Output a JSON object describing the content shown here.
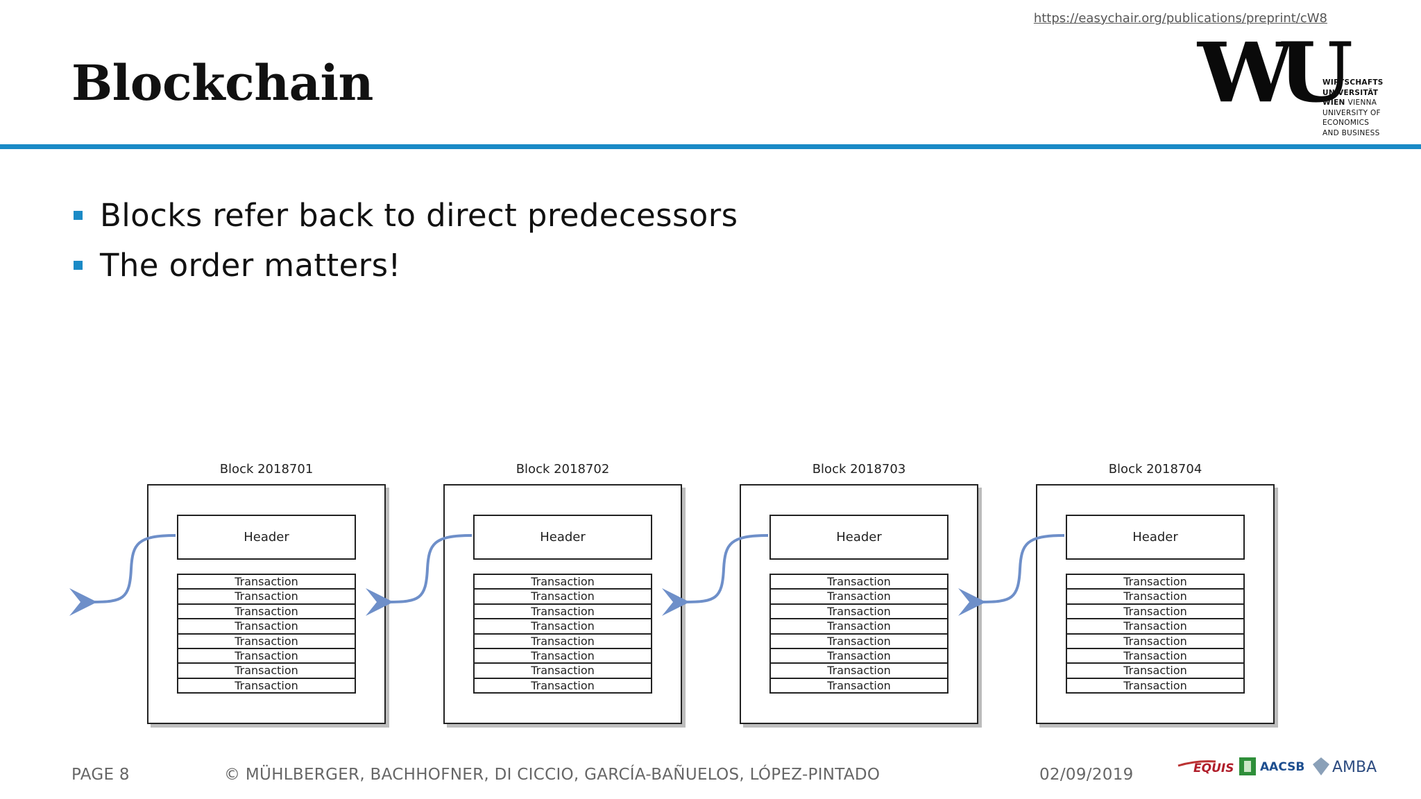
{
  "header": {
    "url": "https://easychair.org/publications/preprint/cW8",
    "title": "Blockchain"
  },
  "logo": {
    "mark": "WU",
    "wordmark": [
      "WIRTSCHAFTS",
      "UNIVERSITÄT",
      "WIEN",
      "VIENNA",
      "UNIVERSITY OF",
      "ECONOMICS",
      "AND BUSINESS"
    ]
  },
  "bullets": [
    "Blocks refer back to direct predecessors",
    "The order matters!"
  ],
  "diagram": {
    "blocks": [
      {
        "label": "Block 2018701",
        "header": "Header",
        "transactions": [
          "Transaction",
          "Transaction",
          "Transaction",
          "Transaction",
          "Transaction",
          "Transaction",
          "Transaction",
          "Transaction"
        ]
      },
      {
        "label": "Block 2018702",
        "header": "Header",
        "transactions": [
          "Transaction",
          "Transaction",
          "Transaction",
          "Transaction",
          "Transaction",
          "Transaction",
          "Transaction",
          "Transaction"
        ]
      },
      {
        "label": "Block 2018703",
        "header": "Header",
        "transactions": [
          "Transaction",
          "Transaction",
          "Transaction",
          "Transaction",
          "Transaction",
          "Transaction",
          "Transaction",
          "Transaction"
        ]
      },
      {
        "label": "Block 2018704",
        "header": "Header",
        "transactions": [
          "Transaction",
          "Transaction",
          "Transaction",
          "Transaction",
          "Transaction",
          "Transaction",
          "Transaction",
          "Transaction"
        ]
      }
    ],
    "arrow_color": "#6e8fc9"
  },
  "footer": {
    "page": "PAGE 8",
    "authors": "© MÜHLBERGER, BACHHOFNER, DI CICCIO, GARCÍA-BAÑUELOS, LÓPEZ-PINTADO",
    "date": "02/09/2019",
    "accreditations": [
      "EQUIS",
      "AACSB",
      "AMBA"
    ]
  },
  "colors": {
    "accent": "#1a8ac6",
    "text": "#111111",
    "footer_text": "#666666"
  }
}
